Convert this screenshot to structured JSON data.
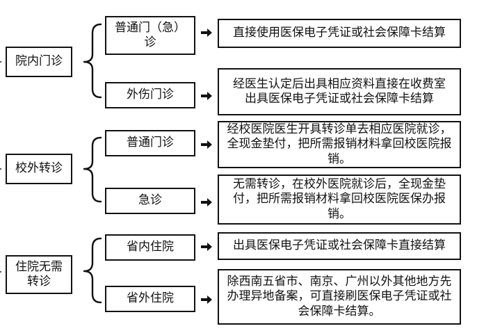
{
  "groups": [
    {
      "label": "院内门诊",
      "items": [
        {
          "type": "普通门（急）诊",
          "desc": "直接使用医保电子凭证或社会保障卡结算"
        },
        {
          "type": "外伤门诊",
          "desc": "经医生认定后出具相应资料直接在收费室出具医保电子凭证或社会保障卡结算"
        }
      ]
    },
    {
      "label": "校外转诊",
      "items": [
        {
          "type": "普通门诊",
          "desc": "经校医院医生开具转诊单去相应医院就诊，全现金垫付，把所需报销材料拿回校医院报销。"
        },
        {
          "type": "急诊",
          "desc": "无需转诊，在校外医院就诊后，全现金垫付，把所需报销材料拿回校医院医保办报销。"
        }
      ]
    },
    {
      "label": "住院无需转诊",
      "items": [
        {
          "type": "省内住院",
          "desc": "出具医保电子凭证或社会保障卡直接结算"
        },
        {
          "type": "省外住院",
          "desc": "除西南五省市、南京、广州以外其他地方先办理异地备案，可直接刷医保电子凭证或社会保障卡结算。"
        }
      ]
    }
  ]
}
